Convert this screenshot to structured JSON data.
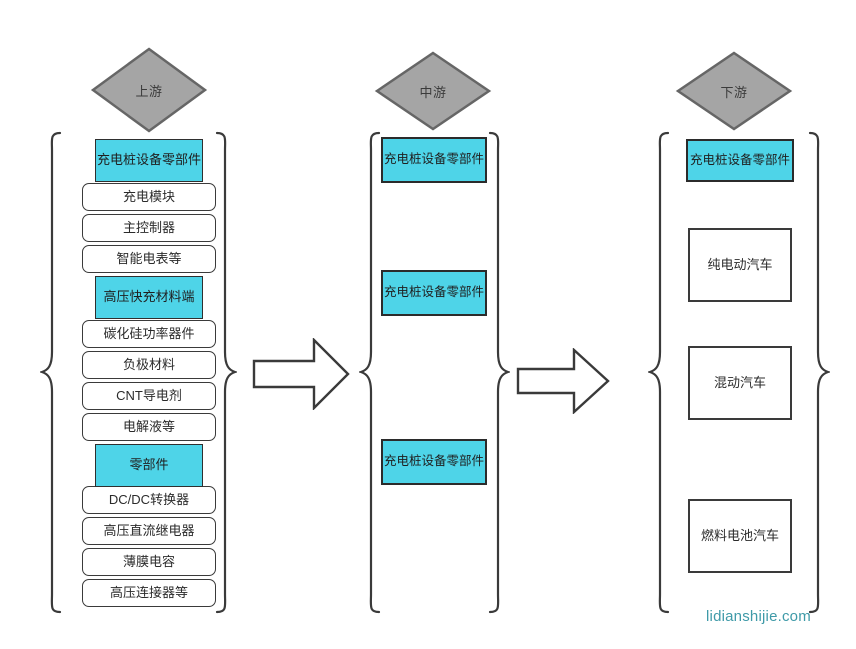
{
  "diagram": {
    "title_hidden": "",
    "stages": [
      {
        "id": "upstream",
        "label": "上游"
      },
      {
        "id": "midstream",
        "label": "中游"
      },
      {
        "id": "downstream",
        "label": "下游"
      }
    ],
    "colors": {
      "accent_cyan": "#4ed4e8",
      "diamond_fill": "#a5a5a5",
      "diamond_stroke": "#666666",
      "box_stroke": "#3a3a3a",
      "watermark": "#3f9aa8"
    },
    "upstream": {
      "groups": [
        {
          "header": "充电桩设备零部件",
          "items": [
            "充电模块",
            "主控制器",
            "智能电表等"
          ]
        },
        {
          "header": "高压快充材料端",
          "items": [
            "碳化硅功率器件",
            "负极材料",
            "CNT导电剂",
            "电解液等"
          ]
        },
        {
          "header": "零部件",
          "items": [
            "DC/DC转换器",
            "高压直流继电器",
            "薄膜电容",
            "高压连接器等"
          ]
        }
      ]
    },
    "midstream": {
      "items": [
        "充电桩设备零部件",
        "充电桩设备零部件",
        "充电桩设备零部件"
      ]
    },
    "downstream": {
      "highlight": "充电桩设备零部件",
      "items": [
        "纯电动汽车",
        "混动汽车",
        "燃料电池汽车"
      ]
    },
    "watermark": "lidianshijie.com"
  }
}
